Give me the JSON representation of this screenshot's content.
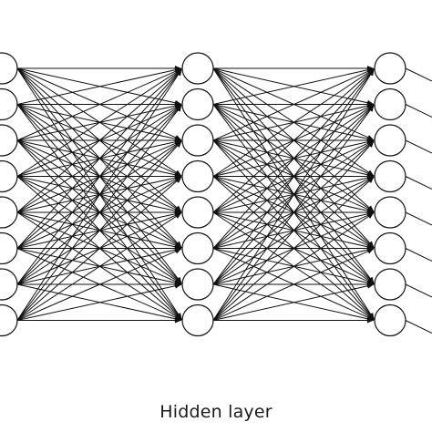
{
  "diagram": {
    "caption": "Hidden layer",
    "layers": [
      {
        "name": "input-layer",
        "nodes": 8
      },
      {
        "name": "hidden-layer",
        "nodes": 8
      },
      {
        "name": "output-layer",
        "nodes": 8
      }
    ],
    "connectivity": "fully-connected",
    "arrow_direction": "left-to-right",
    "colors": {
      "stroke": "#111111",
      "node_fill": "#ffffff"
    }
  }
}
